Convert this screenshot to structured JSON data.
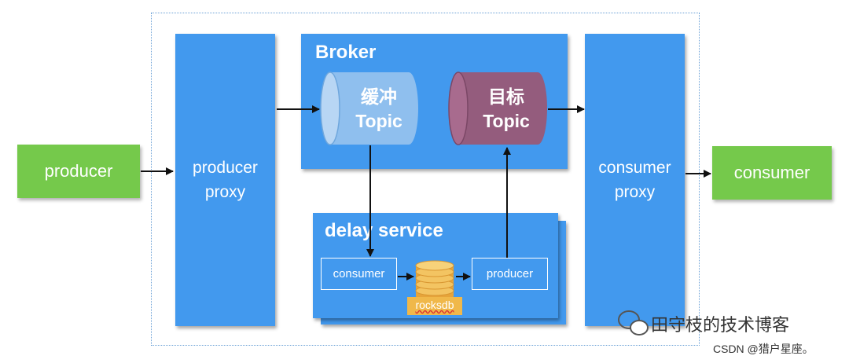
{
  "producer": "producer",
  "producer_proxy": [
    "producer",
    "proxy"
  ],
  "broker": {
    "title": "Broker",
    "buffer_topic": [
      "缓冲",
      "Topic"
    ],
    "target_topic": [
      "目标",
      "Topic"
    ]
  },
  "consumer_proxy": [
    "consumer",
    "proxy"
  ],
  "consumer": "consumer",
  "delay_service": {
    "title": "delay service",
    "consumer": "consumer",
    "producer": "producer",
    "storage": "rocksdb"
  },
  "watermark": "田守枝的技术博客",
  "csdn": "CSDN @猎户星座。",
  "colors": {
    "blue": "#4299ee",
    "green": "#75c94b",
    "buffer_topic": "#8fbfee",
    "target_topic": "#945c7d",
    "rocksdb": "#f0b84a"
  }
}
